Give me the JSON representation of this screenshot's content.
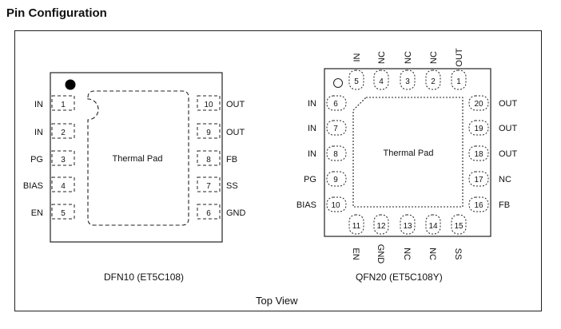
{
  "title": "Pin Configuration",
  "footer": "Top View",
  "dfn": {
    "caption": "DFN10 (ET5C108)",
    "pad_label": "Thermal Pad",
    "left_pins": [
      {
        "num": "1",
        "name": "IN"
      },
      {
        "num": "2",
        "name": "IN"
      },
      {
        "num": "3",
        "name": "PG"
      },
      {
        "num": "4",
        "name": "BIAS"
      },
      {
        "num": "5",
        "name": "EN"
      }
    ],
    "right_pins": [
      {
        "num": "10",
        "name": "OUT"
      },
      {
        "num": "9",
        "name": "OUT"
      },
      {
        "num": "8",
        "name": "FB"
      },
      {
        "num": "7",
        "name": "SS"
      },
      {
        "num": "6",
        "name": "GND"
      }
    ]
  },
  "qfn": {
    "caption": "QFN20 (ET5C108Y)",
    "pad_label": "Thermal Pad",
    "top_pins": [
      {
        "num": "5",
        "name": "IN"
      },
      {
        "num": "4",
        "name": "NC"
      },
      {
        "num": "3",
        "name": "NC"
      },
      {
        "num": "2",
        "name": "NC"
      },
      {
        "num": "1",
        "name": "OUT"
      }
    ],
    "left_pins": [
      {
        "num": "6",
        "name": "IN"
      },
      {
        "num": "7",
        "name": "IN"
      },
      {
        "num": "8",
        "name": "IN"
      },
      {
        "num": "9",
        "name": "PG"
      },
      {
        "num": "10",
        "name": "BIAS"
      }
    ],
    "bottom_pins": [
      {
        "num": "11",
        "name": "EN"
      },
      {
        "num": "12",
        "name": "GND"
      },
      {
        "num": "13",
        "name": "NC"
      },
      {
        "num": "14",
        "name": "NC"
      },
      {
        "num": "15",
        "name": "SS"
      }
    ],
    "right_pins": [
      {
        "num": "20",
        "name": "OUT"
      },
      {
        "num": "19",
        "name": "OUT"
      },
      {
        "num": "18",
        "name": "OUT"
      },
      {
        "num": "17",
        "name": "NC"
      },
      {
        "num": "16",
        "name": "FB"
      }
    ]
  }
}
